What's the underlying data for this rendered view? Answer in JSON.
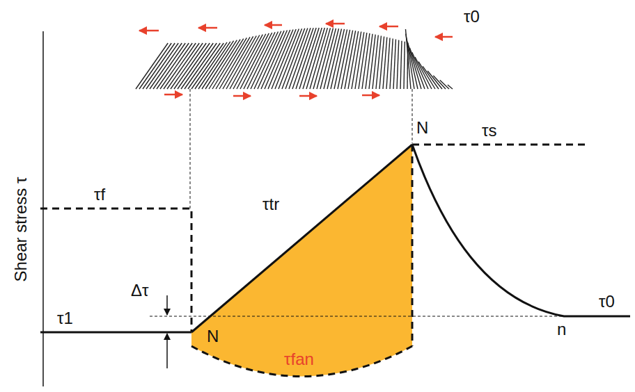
{
  "diagram": {
    "labels": [
      "τ0",
      "Shear stress τ",
      "τs",
      "N",
      "τf",
      "τtr",
      "Δτ",
      "τ1",
      "N",
      "τfan",
      "τ0",
      "n"
    ]
  }
}
